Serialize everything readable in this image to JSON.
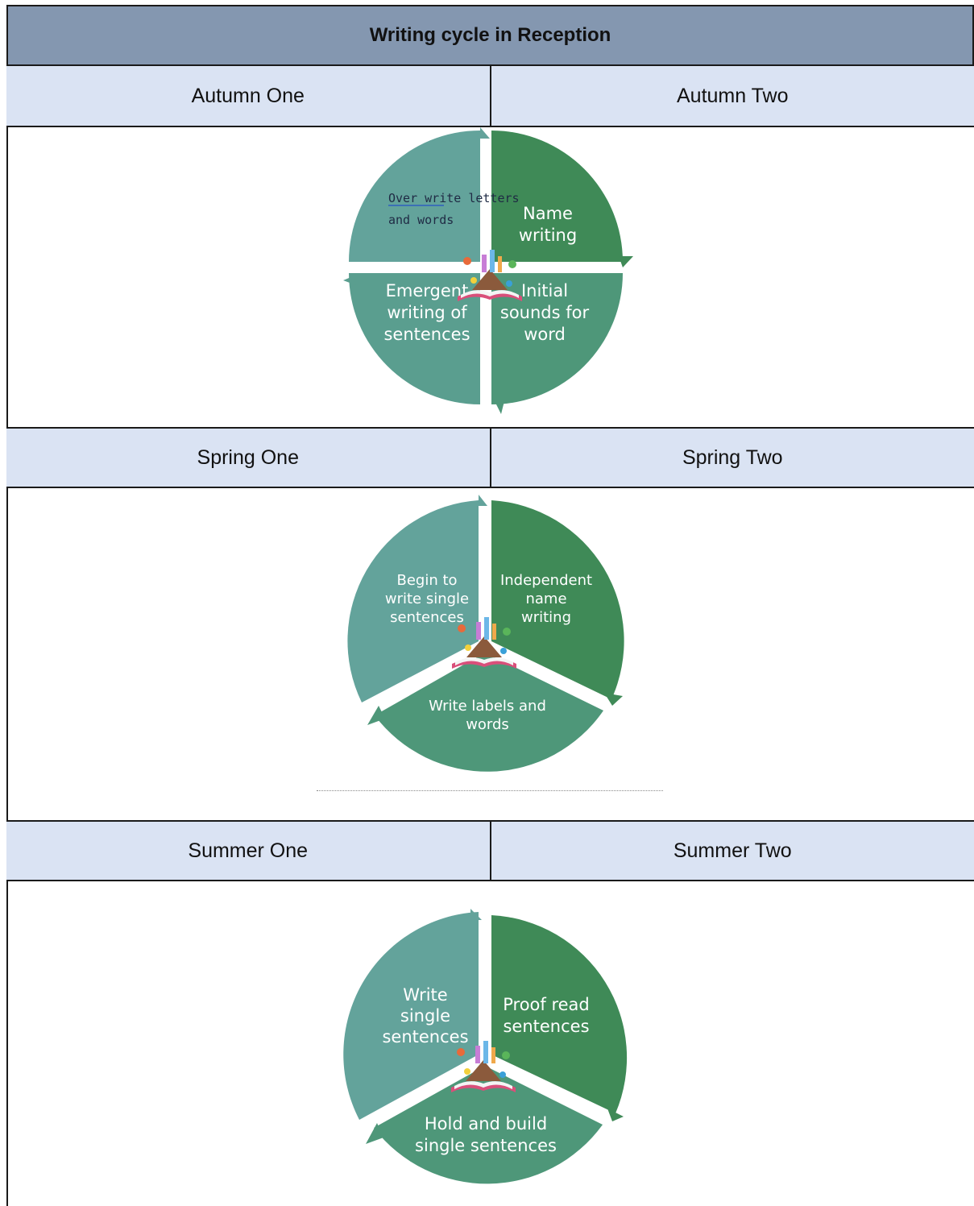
{
  "title": "Writing cycle in Reception",
  "terms": {
    "autumn_one": "Autumn One",
    "autumn_two": "Autumn Two",
    "spring_one": "Spring One",
    "spring_two": "Spring Two",
    "summer_one": "Summer One",
    "summer_two": "Summer Two"
  },
  "autumn_cycle": {
    "top_left_line1": "Over write letters",
    "top_left_line2": "and words",
    "top_right_line1": "Name",
    "top_right_line2": "writing",
    "bottom_left_line1": "Emergent",
    "bottom_left_line2": "writing of",
    "bottom_left_line3": "sentences",
    "bottom_right_line1": "Initial",
    "bottom_right_line2": "sounds for",
    "bottom_right_line3": "word"
  },
  "spring_cycle": {
    "left_line1": "Begin to",
    "left_line2": "write single",
    "left_line3": "sentences",
    "right_line1": "Independent",
    "right_line2": "name",
    "right_line3": "writing",
    "bottom_line1": "Write labels and",
    "bottom_line2": "words"
  },
  "summer_cycle": {
    "left_line1": "Write",
    "left_line2": "single",
    "left_line3": "sentences",
    "right_line1": "Proof read",
    "right_line2": "sentences",
    "bottom_line1": "Hold and build",
    "bottom_line2": "single sentences"
  },
  "colors": {
    "title_bg": "#8497b0",
    "term_bg": "#dae3f3",
    "teal": "#63a39b",
    "green_dark": "#3f8a57",
    "green_mid": "#4e9779"
  }
}
